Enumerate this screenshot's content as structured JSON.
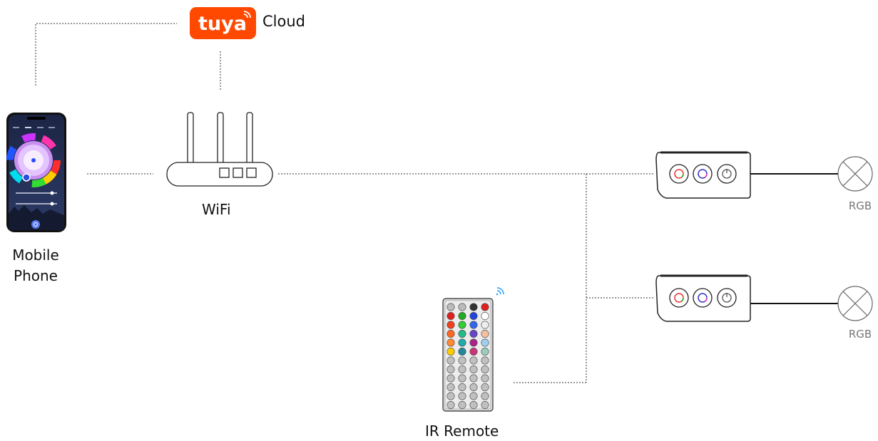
{
  "cloud": {
    "brand": "tuya",
    "label": "Cloud",
    "brand_color": "#ff4800"
  },
  "router": {
    "label": "WiFi"
  },
  "phone": {
    "label_line1": "Mobile",
    "label_line2": "Phone"
  },
  "remote": {
    "label": "IR Remote"
  },
  "controllers": [
    {
      "load_label": "RGB"
    },
    {
      "load_label": "RGB"
    }
  ]
}
